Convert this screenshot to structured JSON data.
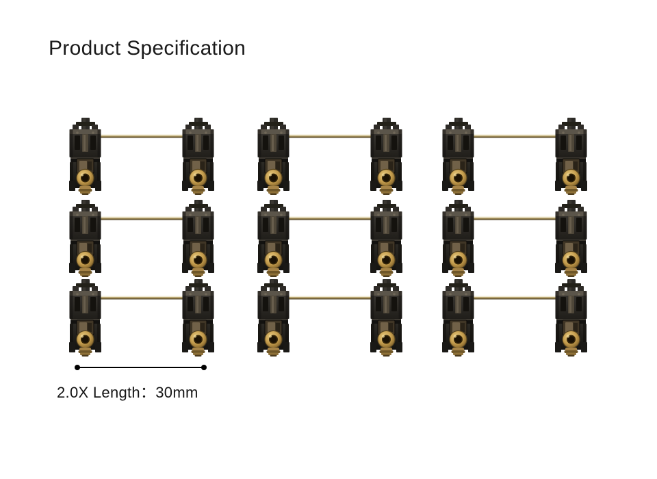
{
  "title": "Product Specification",
  "grid": {
    "rows": 3,
    "columns": 3,
    "item": "pcb-screw-in-stabilizer"
  },
  "dimension": {
    "label": "2.0X Length：30mm",
    "multiplier": "2.0X",
    "length": "30mm"
  },
  "colors": {
    "background": "#ffffff",
    "title_text": "#1a1a1a",
    "label_text": "#141414",
    "dimension_line": "#000000",
    "wire_gold_light": "#eee4c0",
    "wire_gold_dark": "#6e5d36",
    "housing_dark": "#24211c",
    "screw_brass": "#c49c4c"
  }
}
